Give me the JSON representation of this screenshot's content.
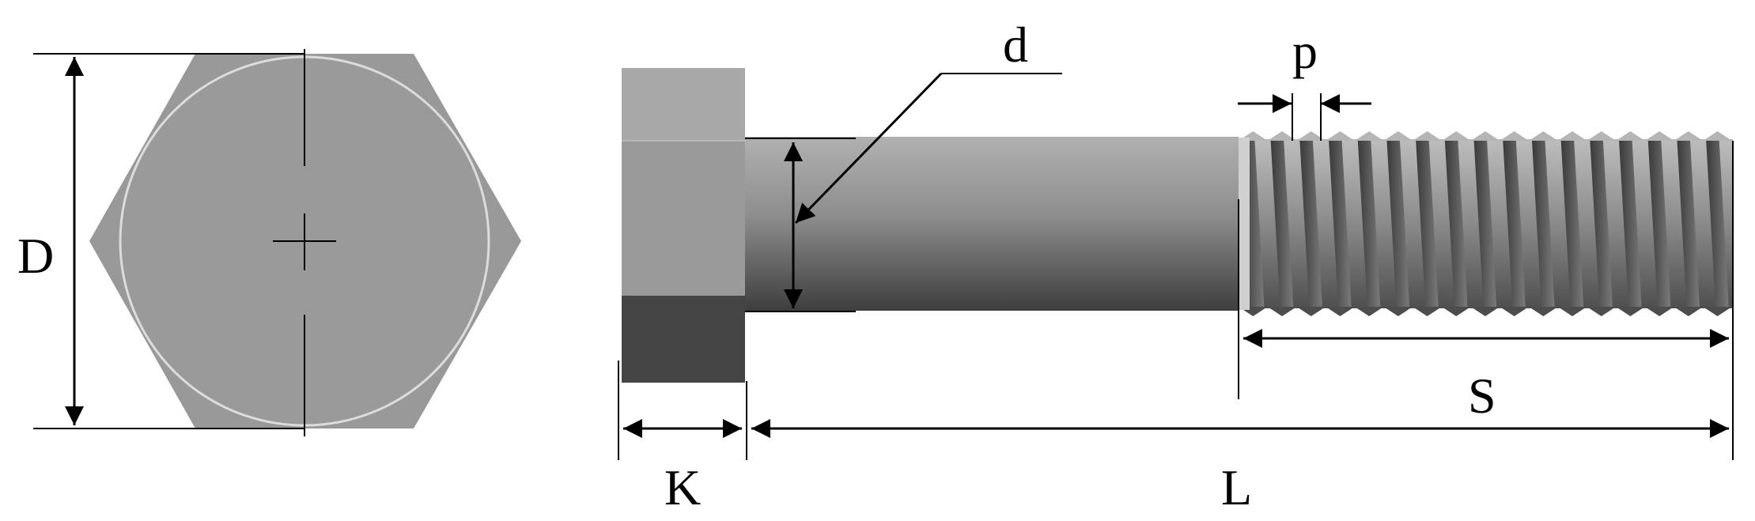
{
  "diagram": {
    "labels": {
      "D": "D",
      "d": "d",
      "p": "p",
      "K": "K",
      "L": "L",
      "S": "S"
    },
    "colors": {
      "head_face": "#9a9a9a",
      "head_circle_stroke": "#d8d8d8",
      "shank_light": "#a9a9a9",
      "shank_dark": "#4a4a4a",
      "side_head_top": "#a8a8a8",
      "side_head_mid": "#9a9a9a",
      "side_head_bottom": "#444444",
      "thread_light": "#b8b8b8",
      "thread_dark": "#5a5a5a",
      "lines": "#000000"
    }
  }
}
